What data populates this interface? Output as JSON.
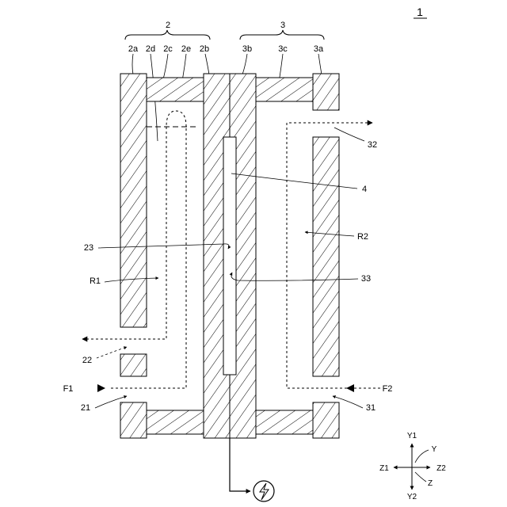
{
  "figure": {
    "number": "1",
    "groups": {
      "left": "2",
      "right": "3"
    },
    "parts": {
      "p2a": "2a",
      "p2d": "2d",
      "p2c": "2c",
      "p2e": "2e",
      "p2b": "2b",
      "p3b": "3b",
      "p3c": "3c",
      "p3a": "3a",
      "p4": "4",
      "p21": "21",
      "p22": "22",
      "p23": "23",
      "p31": "31",
      "p32": "32",
      "p33": "33"
    },
    "regions": {
      "r1": "R1",
      "r2": "R2"
    },
    "flows": {
      "f1": "F1",
      "f2": "F2"
    },
    "axes": {
      "y1": "Y1",
      "y2": "Y2",
      "y": "Y",
      "z1": "Z1",
      "z2": "Z2",
      "z": "Z"
    }
  }
}
